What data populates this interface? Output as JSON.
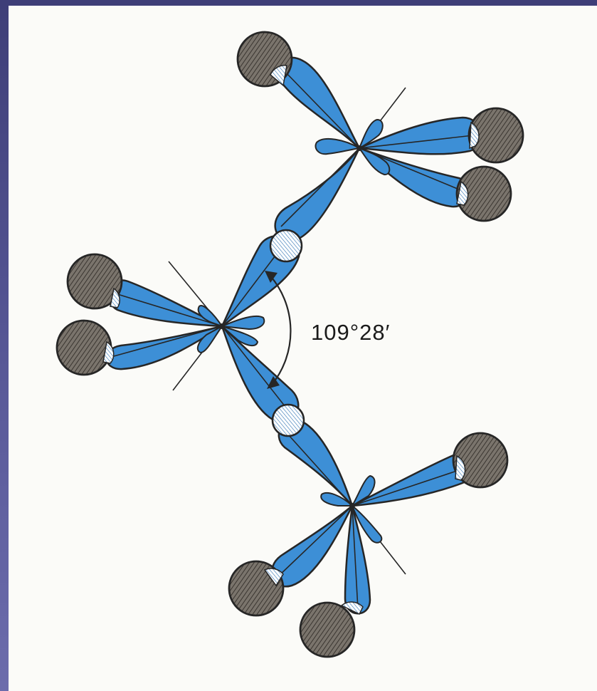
{
  "diagram": {
    "angle_label": "109°28′",
    "colors": {
      "orbital_fill": "#3d8fd6",
      "outline": "#262626",
      "hydrogen_fill": "#7a746c",
      "background": "#fbfbf8",
      "border": "#5b5b9b"
    },
    "atoms": [
      {
        "name": "carbon-top",
        "bonds_to": [
          "carbon-middle",
          "hydrogen",
          "hydrogen",
          "hydrogen"
        ]
      },
      {
        "name": "carbon-middle",
        "bonds_to": [
          "carbon-top",
          "carbon-bottom",
          "hydrogen",
          "hydrogen"
        ]
      },
      {
        "name": "carbon-bottom",
        "bonds_to": [
          "carbon-middle",
          "hydrogen",
          "hydrogen",
          "hydrogen"
        ]
      }
    ]
  }
}
